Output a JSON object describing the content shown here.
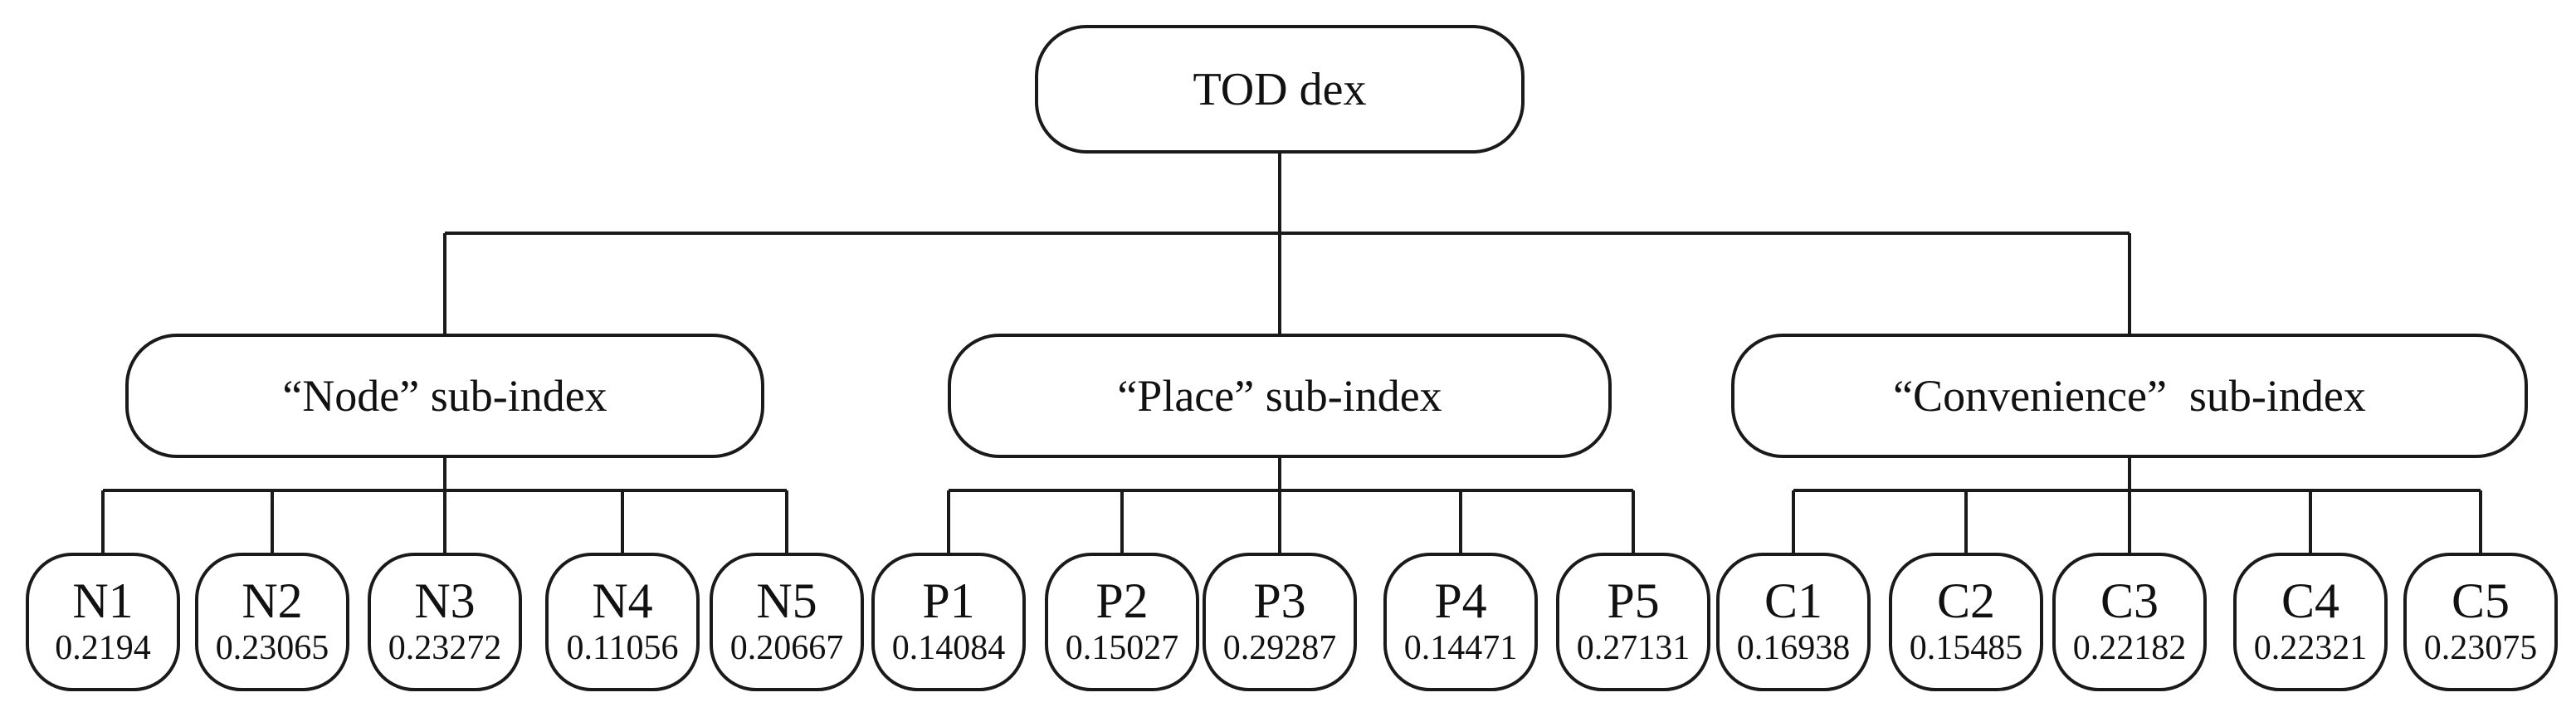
{
  "diagram": {
    "title_hint": "TOD index weighting tree",
    "ink_color": "#1a1a1a",
    "background_color": "#ffffff"
  },
  "tree": {
    "root": {
      "label": "TOD dex"
    },
    "groups": [
      {
        "label": "“Node” sub-index",
        "leaves": [
          {
            "label": "N1",
            "value": "0.2194"
          },
          {
            "label": "N2",
            "value": "0.23065"
          },
          {
            "label": "N3",
            "value": "0.23272"
          },
          {
            "label": "N4",
            "value": "0.11056"
          },
          {
            "label": "N5",
            "value": "0.20667"
          }
        ]
      },
      {
        "label": "“Place” sub-index",
        "leaves": [
          {
            "label": "P1",
            "value": "0.14084"
          },
          {
            "label": "P2",
            "value": "0.15027"
          },
          {
            "label": "P3",
            "value": "0.29287"
          },
          {
            "label": "P4",
            "value": "0.14471"
          },
          {
            "label": "P5",
            "value": "0.27131"
          }
        ]
      },
      {
        "label": "“Convenience”  sub-index",
        "leaves": [
          {
            "label": "C1",
            "value": "0.16938"
          },
          {
            "label": "C2",
            "value": "0.15485"
          },
          {
            "label": "C3",
            "value": "0.22182"
          },
          {
            "label": "C4",
            "value": "0.22321"
          },
          {
            "label": "C5",
            "value": "0.23075"
          }
        ]
      }
    ]
  }
}
